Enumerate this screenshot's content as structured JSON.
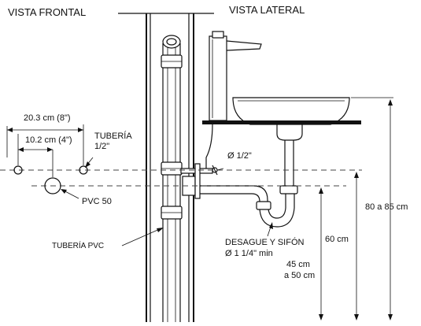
{
  "labels": {
    "front_view": "VISTA FRONTAL",
    "side_view": "VISTA LATERAL",
    "dim_8in": "20.3 cm (8\")",
    "dim_4in": "10.2 cm (4\")",
    "pipe_half_line1": "TUBERÍA",
    "pipe_half_line2": "1/2\"",
    "pvc50": "PVC 50",
    "pvc_pipe": "TUBERÍA PVC",
    "diameter_half": "Ø 1/2\"",
    "drain_line1": "DESAGUE Y SIFÓN",
    "drain_line2": "Ø 1 1/4\" min",
    "height_60": "60 cm",
    "height_45_line1": "45 cm",
    "height_45_line2": "a 50 cm",
    "height_80": "80 a 85 cm"
  }
}
